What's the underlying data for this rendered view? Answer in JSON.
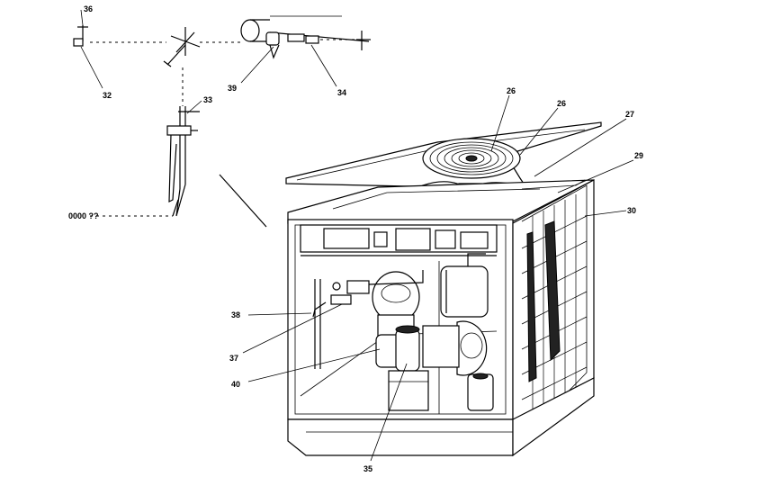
{
  "labels": {
    "l26a": "26",
    "l26b": "26",
    "l27": "27",
    "l29": "29",
    "l30": "30",
    "l32": "32",
    "l33": "33",
    "l34": "34",
    "l35": "35",
    "l36": "36",
    "l37": "37",
    "l38": "38",
    "l39": "39",
    "l40": "40"
  }
}
